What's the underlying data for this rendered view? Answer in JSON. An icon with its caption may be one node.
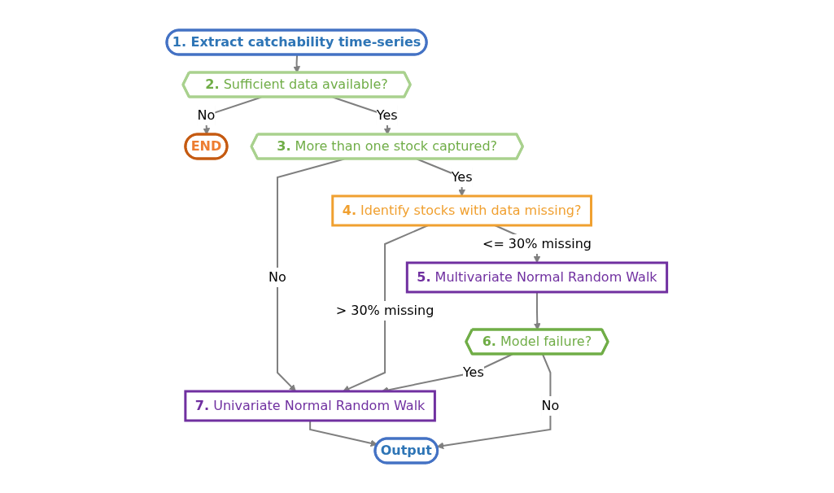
{
  "diagram": {
    "nodes": [
      {
        "text": [
          "**1.** Extract catchability time-series"
        ]
      },
      {
        "text": [
          "**2.** Sufficient data available?"
        ]
      },
      {
        "text": [
          "END"
        ]
      },
      {
        "text": [
          "**3.** More than one stock captured?"
        ]
      },
      {
        "text": [
          "**4.** Identify stocks with data missing?"
        ]
      },
      {
        "text": [
          "**5.** Multivariate Normal Random Walk"
        ]
      },
      {
        "text": [
          "**6.** Model failure?"
        ]
      },
      {
        "text": [
          "**7.** Univariate Normal Random Walk"
        ]
      },
      {
        "text": [
          "Output"
        ]
      }
    ],
    "edges": [
      {
        "from": 0,
        "to": 1,
        "arrow": "to"
      },
      {
        "from": 1,
        "to": 2,
        "arrow": "to",
        "label": "No"
      },
      {
        "from": 1,
        "to": 3,
        "arrow": "to",
        "label": "Yes"
      },
      {
        "from": 3,
        "to": 7,
        "arrow": "to",
        "label": "No"
      },
      {
        "from": 3,
        "to": 4,
        "arrow": "to",
        "label": "Yes"
      },
      {
        "from": 4,
        "to": 7,
        "arrow": "to",
        "label": "> 30% missing"
      },
      {
        "from": 4,
        "to": 5,
        "arrow": "to",
        "label": "<= 30% missing"
      },
      {
        "from": 5,
        "to": 6,
        "arrow": "to"
      },
      {
        "from": 6,
        "to": 7,
        "arrow": "to",
        "label": "Yes"
      },
      {
        "from": 6,
        "to": 8,
        "arrow": "to",
        "label": "No"
      },
      {
        "from": 7,
        "to": 8,
        "arrow": "to"
      }
    ]
  }
}
